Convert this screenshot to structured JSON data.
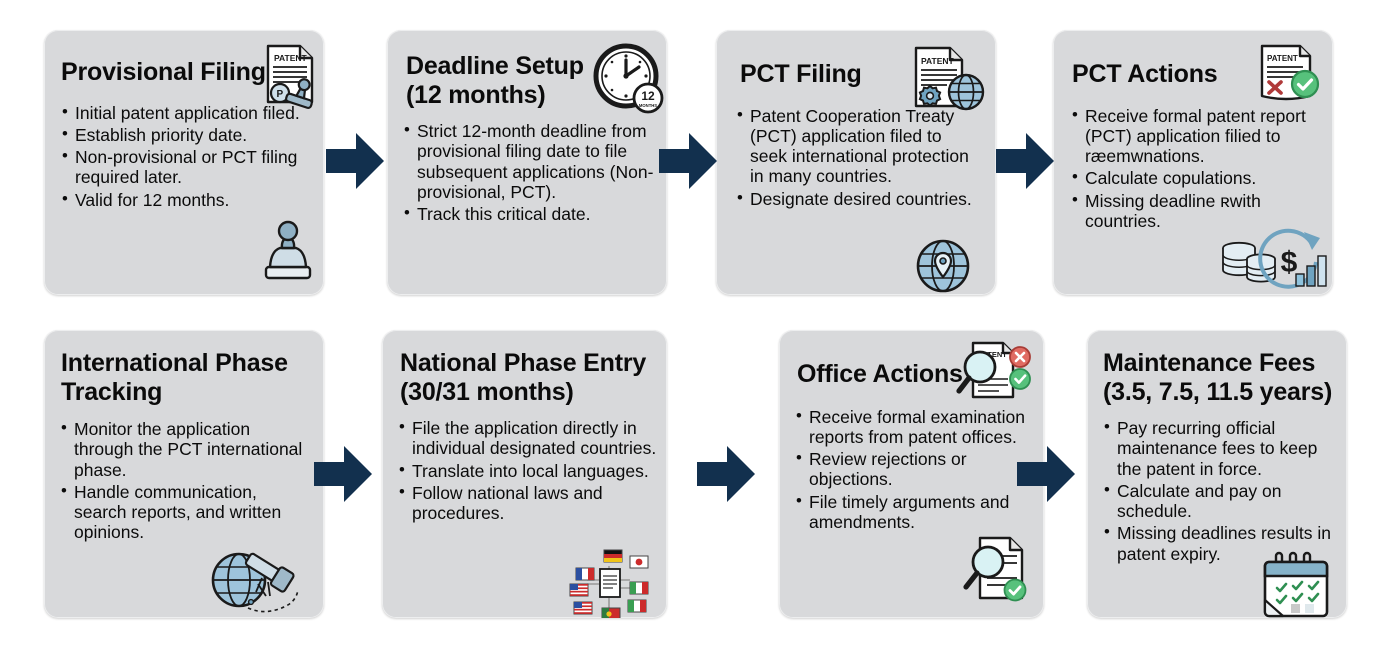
{
  "diagram": {
    "type": "process-flow",
    "title_text": "",
    "rows": 2,
    "columns": 4,
    "colors": {
      "card_background": "#d8d9db",
      "card_text": "#0b0b0b",
      "arrow": "#12304e",
      "page_background": "#ffffff",
      "icon_blue": "#7ba7c4",
      "icon_dark": "#1a1a1a",
      "icon_green": "#4fbf72",
      "icon_red": "#c0392b"
    },
    "steps": [
      {
        "id": "provisional-filing",
        "order": 1,
        "title": "Provisional Filing",
        "bullets": [
          "Initial patent application filed.",
          "Establish priority date.",
          "Non-provisional or PCT filing required later.",
          "Valid for 12 months."
        ],
        "icons": [
          "patent-document-stamp-icon",
          "rubber-stamp-icon"
        ]
      },
      {
        "id": "deadline-setup",
        "order": 2,
        "title": "Deadline Setup (12 months)",
        "bullets": [
          "Strict 12-month deadline from provisional filing date to file subsequent applications (Non-provisional, PCT).",
          "Track this critical date."
        ],
        "icons": [
          "clock-12-months-icon"
        ],
        "badge_text": "12",
        "badge_sub": "MONTHS"
      },
      {
        "id": "pct-filing",
        "order": 3,
        "title": "PCT Filing",
        "bullets": [
          "Patent Cooperation Treaty (PCT) application filed to seek international protection in many countries.",
          "Designate desired countries."
        ],
        "icons": [
          "patent-globe-document-icon",
          "globe-pin-icon"
        ]
      },
      {
        "id": "pct-actions",
        "order": 4,
        "title": "PCT Actions",
        "bullets": [
          "Receive formal patent report (PCT) application filied to ræemwnations.",
          "Calculate copulations.",
          "Missing deadline ʀwith countries."
        ],
        "icons": [
          "patent-check-cross-icon",
          "money-growth-icon"
        ]
      },
      {
        "id": "international-phase-tracking",
        "order": 5,
        "title": "International Phase Tracking",
        "bullets": [
          "Monitor the application through the PCT international phase.",
          "Handle communication, search reports, and written opinions."
        ],
        "icons": [
          "globe-telescope-icon"
        ]
      },
      {
        "id": "national-phase-entry",
        "order": 6,
        "title": "National Phase Entry (30/31 months)",
        "bullets": [
          "File the application directly in individual designated countries.",
          "Translate into local languages.",
          "Follow national laws and procedures."
        ],
        "icons": [
          "document-flags-icon"
        ]
      },
      {
        "id": "office-actions",
        "order": 7,
        "title": "Office Actions",
        "bullets": [
          "Receive formal examination reports from patent offices.",
          "Review rejections or objections.",
          "File timely arguments and amendments."
        ],
        "icons": [
          "patent-magnifier-check-cross-icon",
          "document-magnifier-check-icon"
        ]
      },
      {
        "id": "maintenance-fees",
        "order": 8,
        "title": "Maintenance Fees (3.5, 7.5, 11.5 years)",
        "bullets": [
          "Pay recurring official maintenance fees to keep the patent in force.",
          "Calculate and pay on schedule.",
          "Missing deadlines results in patent expiry."
        ],
        "icons": [
          "calendar-check-icon"
        ]
      }
    ],
    "connectors": [
      {
        "id": "arrow-1-2",
        "from": "provisional-filing",
        "to": "deadline-setup",
        "direction": "right"
      },
      {
        "id": "arrow-2-3",
        "from": "deadline-setup",
        "to": "pct-filing",
        "direction": "right"
      },
      {
        "id": "arrow-3-4",
        "from": "pct-filing",
        "to": "pct-actions",
        "direction": "right"
      },
      {
        "id": "arrow-5-6",
        "from": "international-phase-tracking",
        "to": "national-phase-entry",
        "direction": "right"
      },
      {
        "id": "arrow-6-7",
        "from": "national-phase-entry",
        "to": "office-actions",
        "direction": "right"
      },
      {
        "id": "arrow-7-8",
        "from": "office-actions",
        "to": "maintenance-fees",
        "direction": "right"
      }
    ]
  }
}
